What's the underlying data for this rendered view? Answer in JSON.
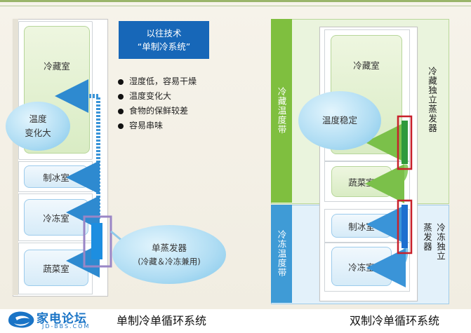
{
  "left_system": {
    "title_lines": [
      "以往技术",
      "“单制冷系统”"
    ],
    "bullets": [
      "湿度低，容易干燥",
      "温度变化大",
      "食物的保鲜较差",
      "容易串味"
    ],
    "compartments": {
      "fridge": "冷藏室",
      "ice": "制冰室",
      "freezer": "冷冻室",
      "vegetable": "蔬菜室"
    },
    "bubble_top": [
      "温度",
      "变化大"
    ],
    "evaporator_bubble": [
      "单蒸发器",
      "(冷藏＆冷冻兼用)"
    ],
    "caption": "单制冷单循环系统"
  },
  "right_system": {
    "compartments": {
      "fridge": "冷藏室",
      "vegetable": "蔬菜室",
      "ice": "制冰室",
      "freezer": "冷冻室"
    },
    "bubble": "温度稳定",
    "band_top": "冷藏温度带",
    "band_bottom": "冷冻温度带",
    "evap_top_label": "冷藏独立蒸发器",
    "evap_bottom_label_col1": "冷冻独立",
    "evap_bottom_label_col2": "蒸发器",
    "caption": "双制冷单循环系统"
  },
  "logo": {
    "name": "家电论坛",
    "url": "JD-BBS.COM"
  },
  "colors": {
    "blue_dark": "#1767b8",
    "green_band": "#7fbf3f",
    "blue_band": "#3f9bd6",
    "red_frame": "#c8202a"
  }
}
